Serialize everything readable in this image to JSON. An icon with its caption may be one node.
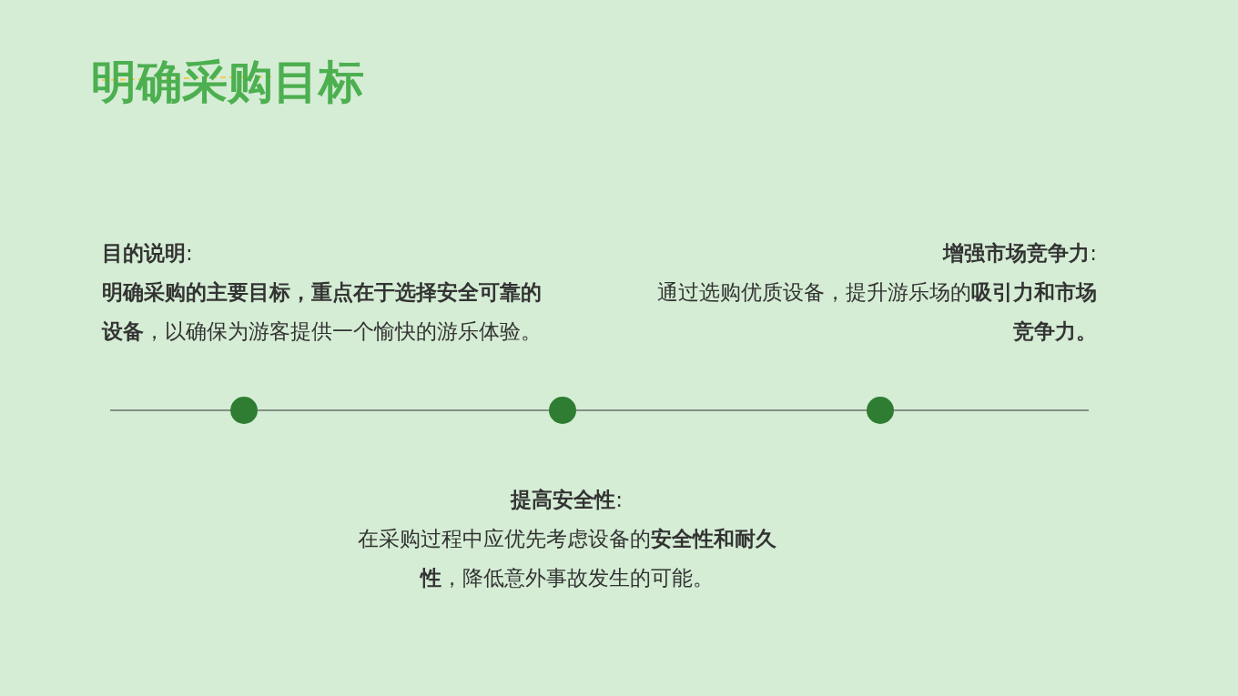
{
  "diagram": {
    "title": "明确采购目标",
    "nodes": [
      {
        "text": [],
        "shape": "circle",
        "beside": [
          "**目的说明**:",
          "**明确采购的主要目标，重点在于选择安全可靠的设备**，以确保为游客提供一个愉快的游乐体验。"
        ]
      },
      {
        "text": [],
        "shape": "circle",
        "beside": [
          "**提高安全性**:",
          "在采购过程中应优先考虑设备的**安全性和耐久性**，降低意外事故发生的可能。"
        ]
      },
      {
        "text": [],
        "shape": "circle",
        "beside": [
          "**增强市场竞争力**:",
          "通过选购优质设备，提升游乐场的**吸引力和市场竞争力。**"
        ]
      }
    ],
    "edges": [
      {
        "from": 0,
        "to": 1,
        "arrow": "none"
      },
      {
        "from": 1,
        "to": 2,
        "arrow": "none"
      }
    ]
  }
}
